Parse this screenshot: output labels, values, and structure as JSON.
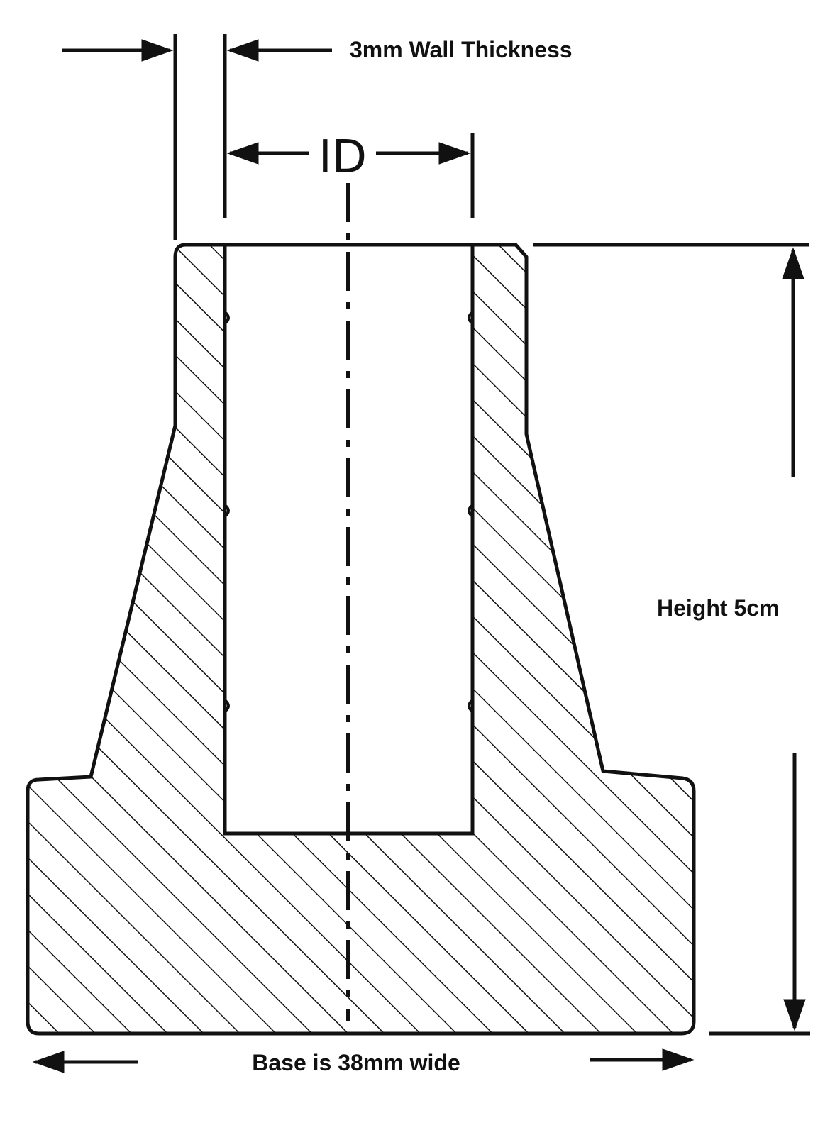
{
  "labels": {
    "wall_thickness": "3mm Wall Thickness",
    "inner_diameter": "ID",
    "height": "Height 5cm",
    "base_width": "Base is 38mm wide"
  },
  "dimensions": {
    "wall_thickness_mm": 3,
    "height_cm": 5,
    "base_width_mm": 38
  },
  "colors": {
    "ink": "#111111",
    "paper": "#ffffff"
  }
}
